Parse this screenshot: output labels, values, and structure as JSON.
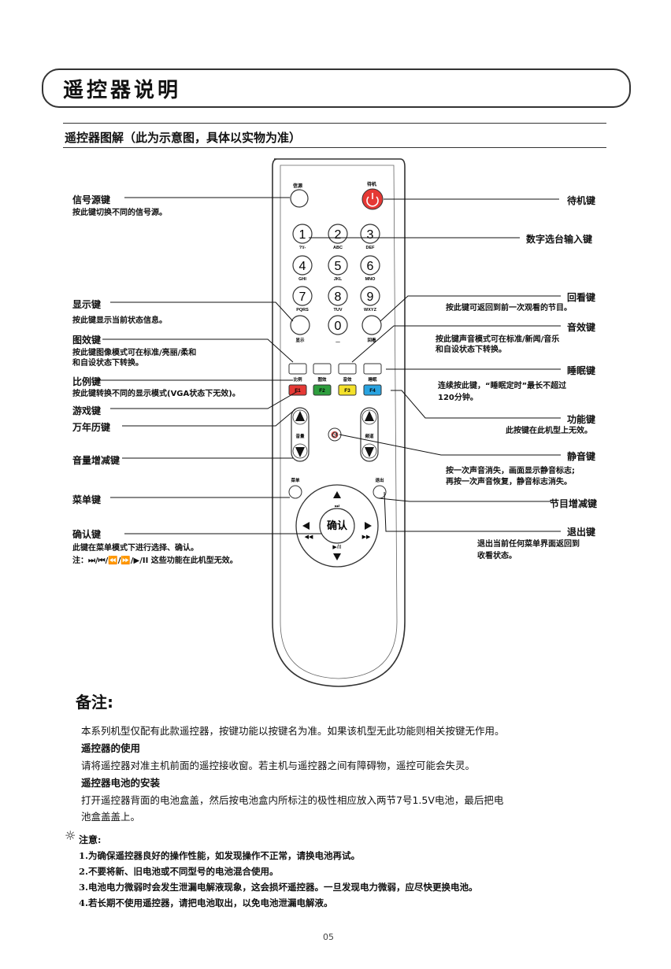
{
  "header": {
    "title": "遥控器说明",
    "subtitle": "遥控器图解（此为示意图，具体以实物为准）"
  },
  "remote_buttons": {
    "source": "信源",
    "standby": "待机",
    "digits": [
      "1",
      "2",
      "3",
      "4",
      "5",
      "6",
      "7",
      "8",
      "9",
      "0"
    ],
    "digit_letters": [
      "?!/-",
      "ABC",
      "DEF",
      "GHI",
      "JKL",
      "MNO",
      "PQRS",
      "TUV",
      "WXYZ"
    ],
    "display": "显示",
    "return": "回看",
    "row_labels": [
      "比例",
      "图效",
      "音效",
      "睡眠"
    ],
    "func_keys": [
      "F1",
      "F2",
      "F3",
      "F4"
    ],
    "vol": "音量",
    "ch": "频道",
    "menu": "菜单",
    "exit": "退出",
    "ok": "确认",
    "dash": "—"
  },
  "left_labels": [
    {
      "label": "信号源键",
      "desc": [
        "按此键切换不同的信号源。"
      ]
    },
    {
      "label": "显示键",
      "desc": [
        "按此键显示当前状态信息。"
      ]
    },
    {
      "label": "图效键",
      "desc": [
        "按此键图像模式可在标准/亮丽/柔和",
        "和自设状态下转换。"
      ]
    },
    {
      "label": "比例键",
      "desc": [
        "按此键转换不同的显示模式(VGA状态下无效)。"
      ]
    },
    {
      "label": "游戏键",
      "desc": []
    },
    {
      "label": "万年历键",
      "desc": []
    },
    {
      "label": "音量增减键",
      "desc": []
    },
    {
      "label": "菜单键",
      "desc": []
    },
    {
      "label": "确认键",
      "desc": [
        "此键在菜单模式下进行选择、确认。",
        "注：⏭/⏮/⏪/⏩/▶/II 这些功能在此机型无效。"
      ]
    }
  ],
  "right_labels": [
    {
      "label": "待机键",
      "desc": []
    },
    {
      "label": "数字选台输入键",
      "desc": []
    },
    {
      "label": "回看键",
      "desc": [
        "按此键可返回到前一次观看的节目。"
      ]
    },
    {
      "label": "音效键",
      "desc": [
        "按此键声音模式可在标准/新闻/音乐",
        "和自设状态下转换。"
      ]
    },
    {
      "label": "睡眠键",
      "desc": [
        "连续按此键，“睡眠定时”最长不超过",
        "120分钟。"
      ]
    },
    {
      "label": "功能键",
      "desc": [
        "此按键在此机型上无效。"
      ]
    },
    {
      "label": "静音键",
      "desc": [
        "按一次声音消失，画面显示静音标志;",
        "再按一次声音恢复，静音标志消失。"
      ]
    },
    {
      "label": "节目增减键",
      "desc": []
    },
    {
      "label": "退出键",
      "desc": [
        "退出当前任何菜单界面返回到",
        "收看状态。"
      ]
    }
  ],
  "notes": {
    "title": "备注:",
    "p1": "本系列机型仅配有此款遥控器，按键功能以按键名为准。如果该机型无此功能则相关按键无作用。",
    "h2": "遥控器的使用",
    "p2": "请将遥控器对准主机前面的遥控接收窗。若主机与遥控器之间有障碍物，遥控可能会失灵。",
    "h3": "遥控器电池的安装",
    "p3a": "打开遥控器背面的电池盒盖，然后按电池盒内所标注的极性相应放入两节7号1.5V电池，最后把电",
    "p3b": "池盒盖盖上。"
  },
  "warning": {
    "title": "注意:",
    "items": [
      "1.为确保遥控器良好的操作性能，如发现操作不正常，请换电池再试。",
      "2.不要将新、旧电池或不同型号的电池混合使用。",
      "3.电池电力微弱时会发生泄漏电解液现象，这会损坏遥控器。一旦发现电力微弱，应尽快更换电池。",
      "4.若长期不使用遥控器，请把电池取出，以免电池泄漏电解液。"
    ]
  },
  "page_number": "05",
  "colors": {
    "standby": "#e53935",
    "f1": "#e53935",
    "f2": "#2e9e3e",
    "f3": "#f4e12a",
    "f4": "#29a3e0"
  }
}
